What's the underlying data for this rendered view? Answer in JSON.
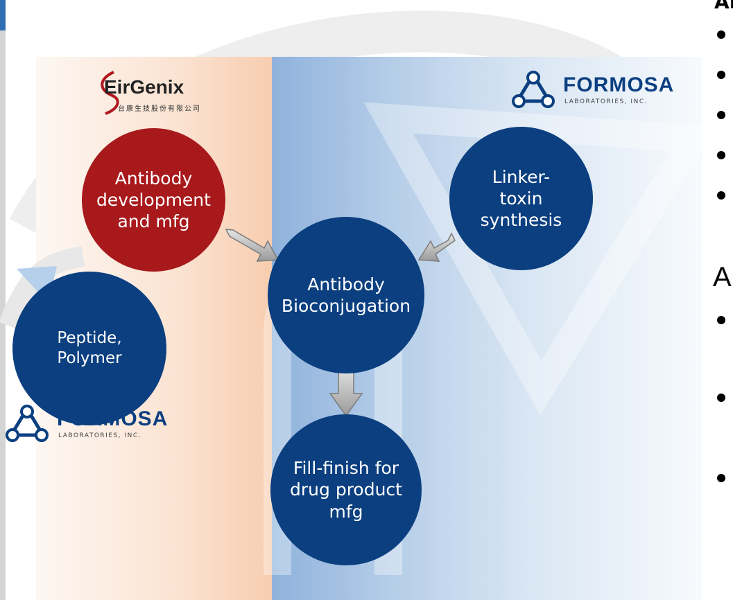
{
  "nodes": {
    "antibody_dev": "Antibody\ndevelopment\nand mfg",
    "linker_toxin": "Linker-\ntoxin\nsynthesis",
    "bioconjugation": "Antibody\nBioconjugation",
    "peptide_polymer": "Peptide,\nPolymer",
    "fill_finish": "Fill-finish for\ndrug product\nmfg"
  },
  "logos": {
    "eirgenix_name": "EirGenix",
    "eirgenix_chinese": "台康生技股份有限公司",
    "formosa_name": "FORMOSA",
    "formosa_sub": "LABORATORIES, INC."
  },
  "right_text": {
    "heading_top": "ADC",
    "heading_lower": "A"
  },
  "colors": {
    "navy": "#0b3f80",
    "red": "#a8191c",
    "peach_panel": "#f8cdb0",
    "blue_panel": "#8fb2dc"
  }
}
